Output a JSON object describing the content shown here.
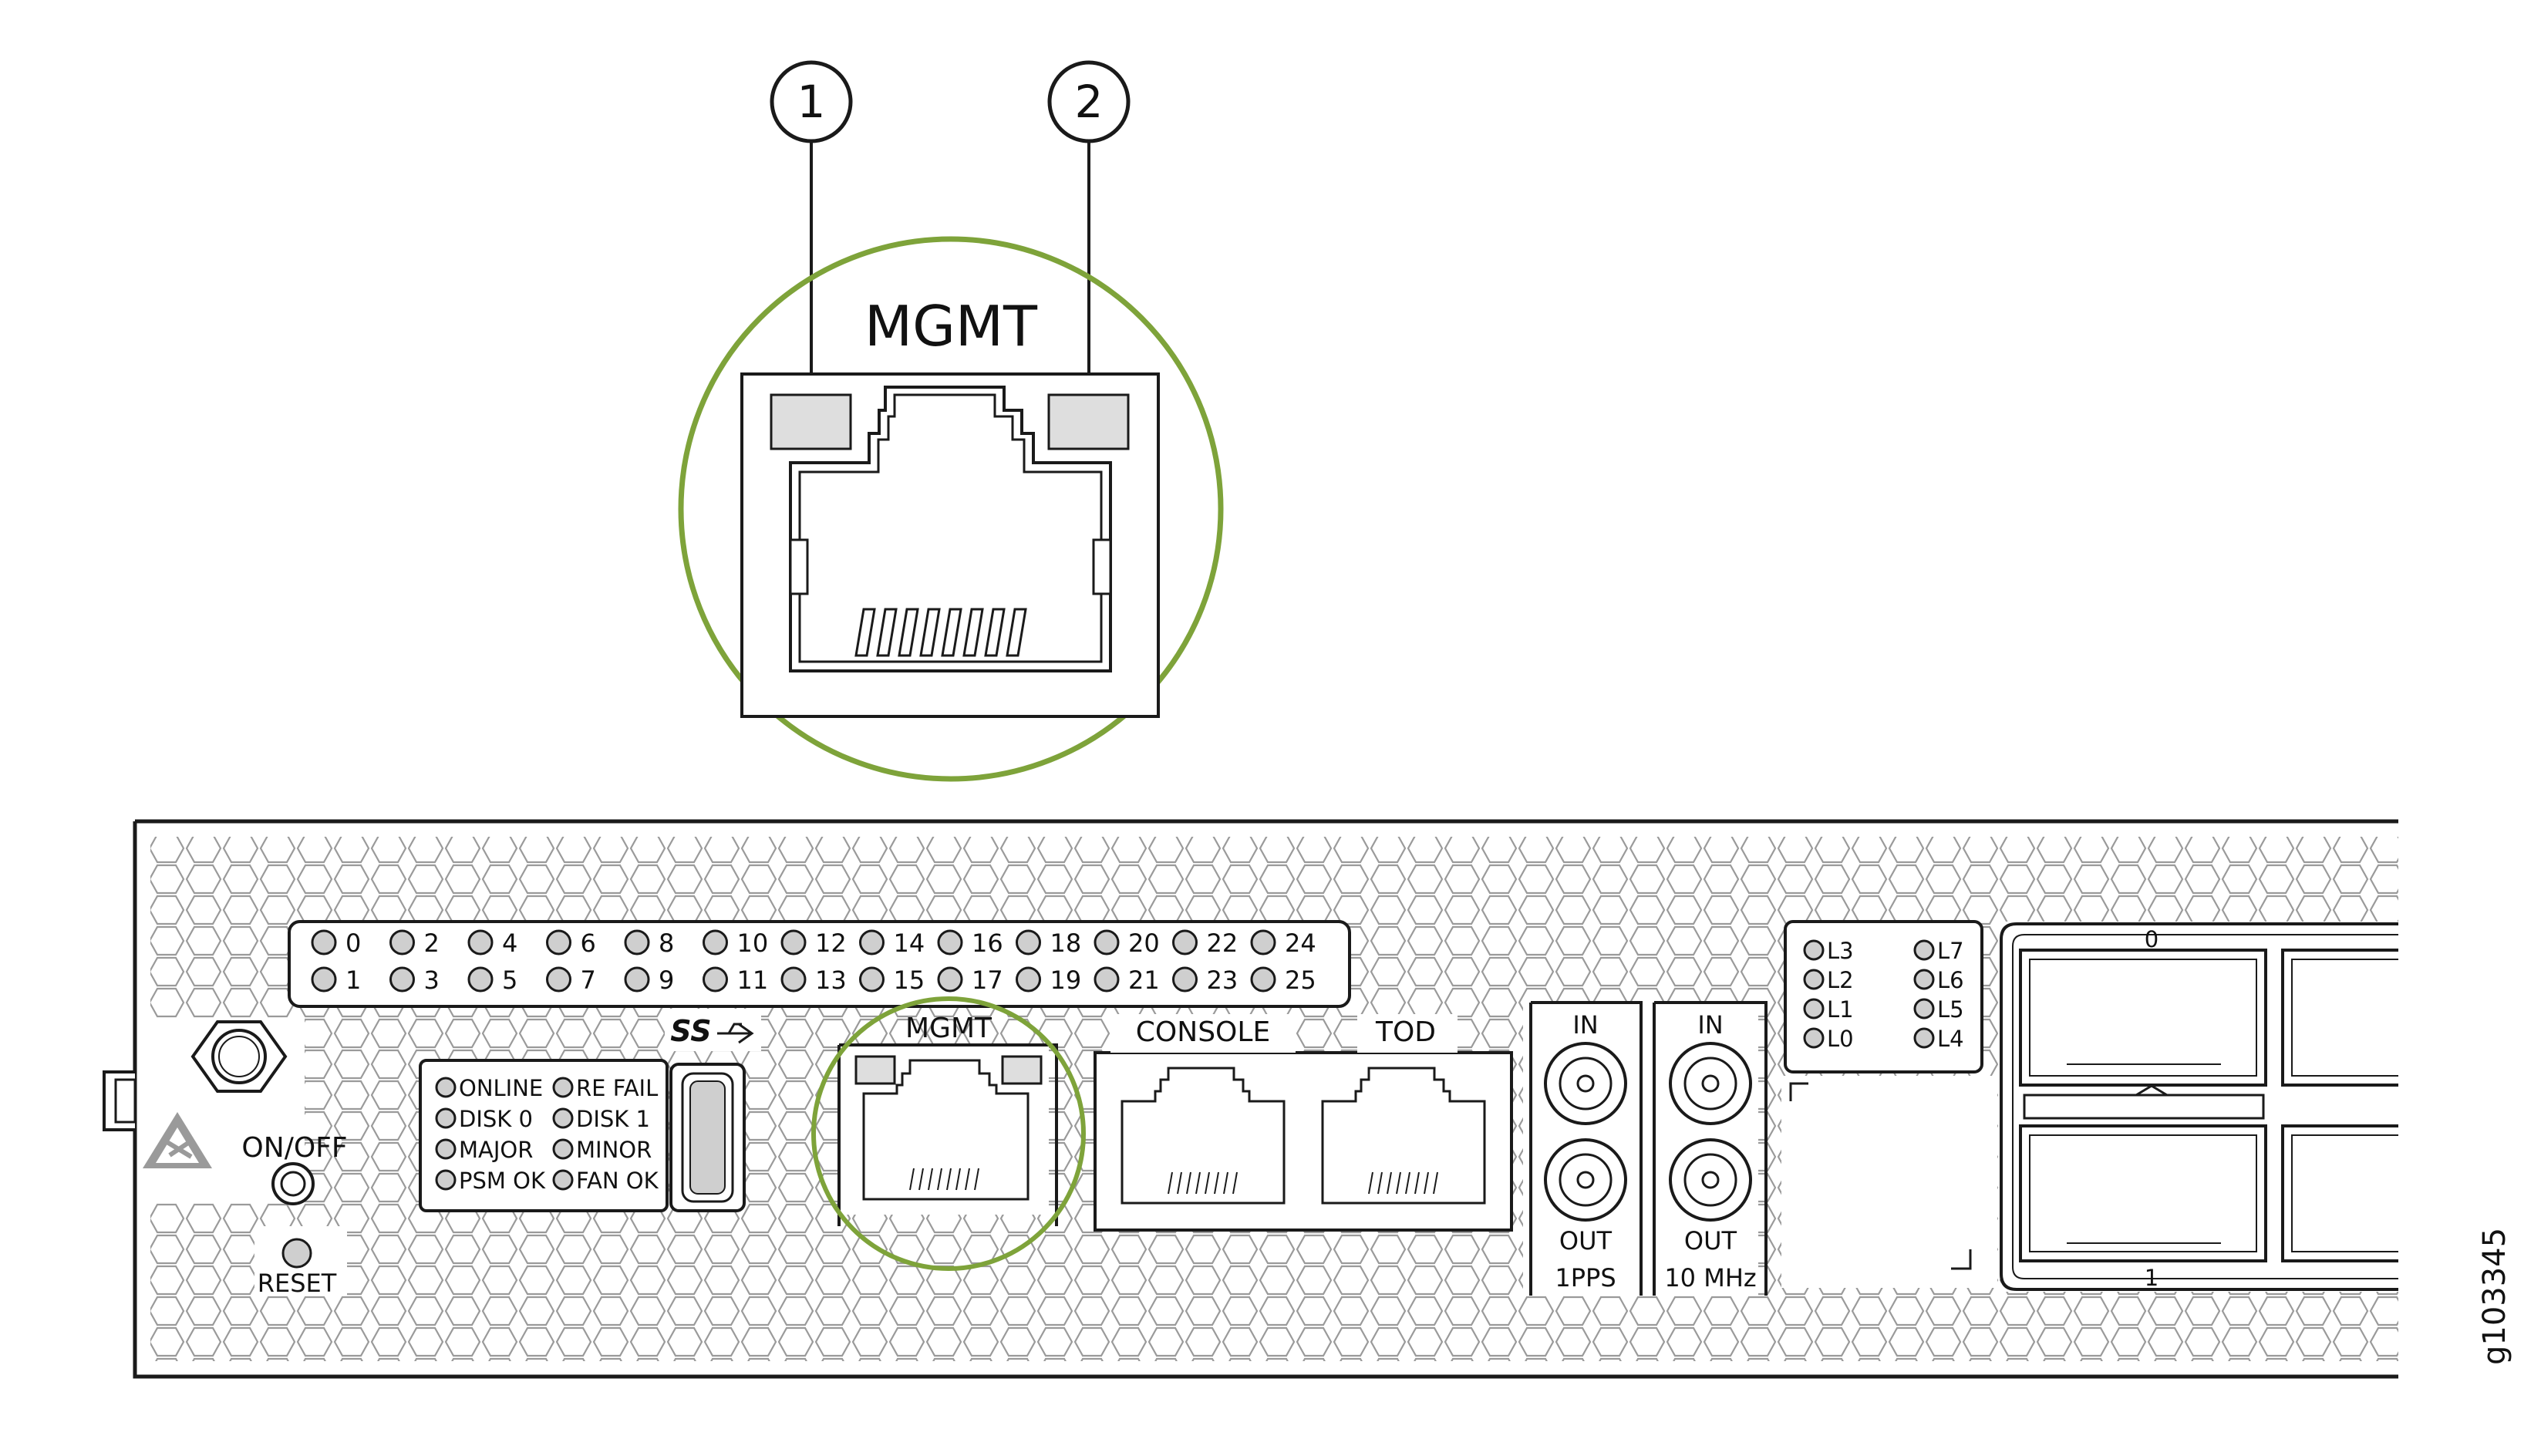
{
  "callouts": [
    "1",
    "2"
  ],
  "zoom_label": "MGMT",
  "port_leds": {
    "top_row": [
      "0",
      "2",
      "4",
      "6",
      "8",
      "10",
      "12",
      "14",
      "16",
      "18",
      "20",
      "22",
      "24"
    ],
    "bottom_row": [
      "1",
      "3",
      "5",
      "7",
      "9",
      "11",
      "13",
      "15",
      "17",
      "19",
      "21",
      "23",
      "25"
    ]
  },
  "status_leds": {
    "left": [
      "ONLINE",
      "DISK 0",
      "MAJOR",
      "PSM OK"
    ],
    "right": [
      "RE FAIL",
      "DISK 1",
      "MINOR",
      "FAN OK"
    ]
  },
  "power_label": "ON/OFF",
  "reset_label": "RESET",
  "usb_label": "SS",
  "ports": {
    "mgmt": "MGMT",
    "console": "CONSOLE",
    "tod": "TOD"
  },
  "timing": {
    "pps": {
      "in": "IN",
      "out": "OUT",
      "name": "1PPS"
    },
    "mhz": {
      "in": "IN",
      "out": "OUT",
      "name": "10 MHz"
    }
  },
  "lane_leds": {
    "left": [
      "L3",
      "L2",
      "L1",
      "L0"
    ],
    "right": [
      "L7",
      "L6",
      "L5",
      "L4"
    ]
  },
  "qsfp_labels": [
    "0",
    "1"
  ],
  "figure_id": "g103345",
  "colors": {
    "highlight": "#7ea33a",
    "line": "#1a1a1a",
    "led_fill": "#cfcfcf",
    "panel_fill": "#ffffff"
  }
}
